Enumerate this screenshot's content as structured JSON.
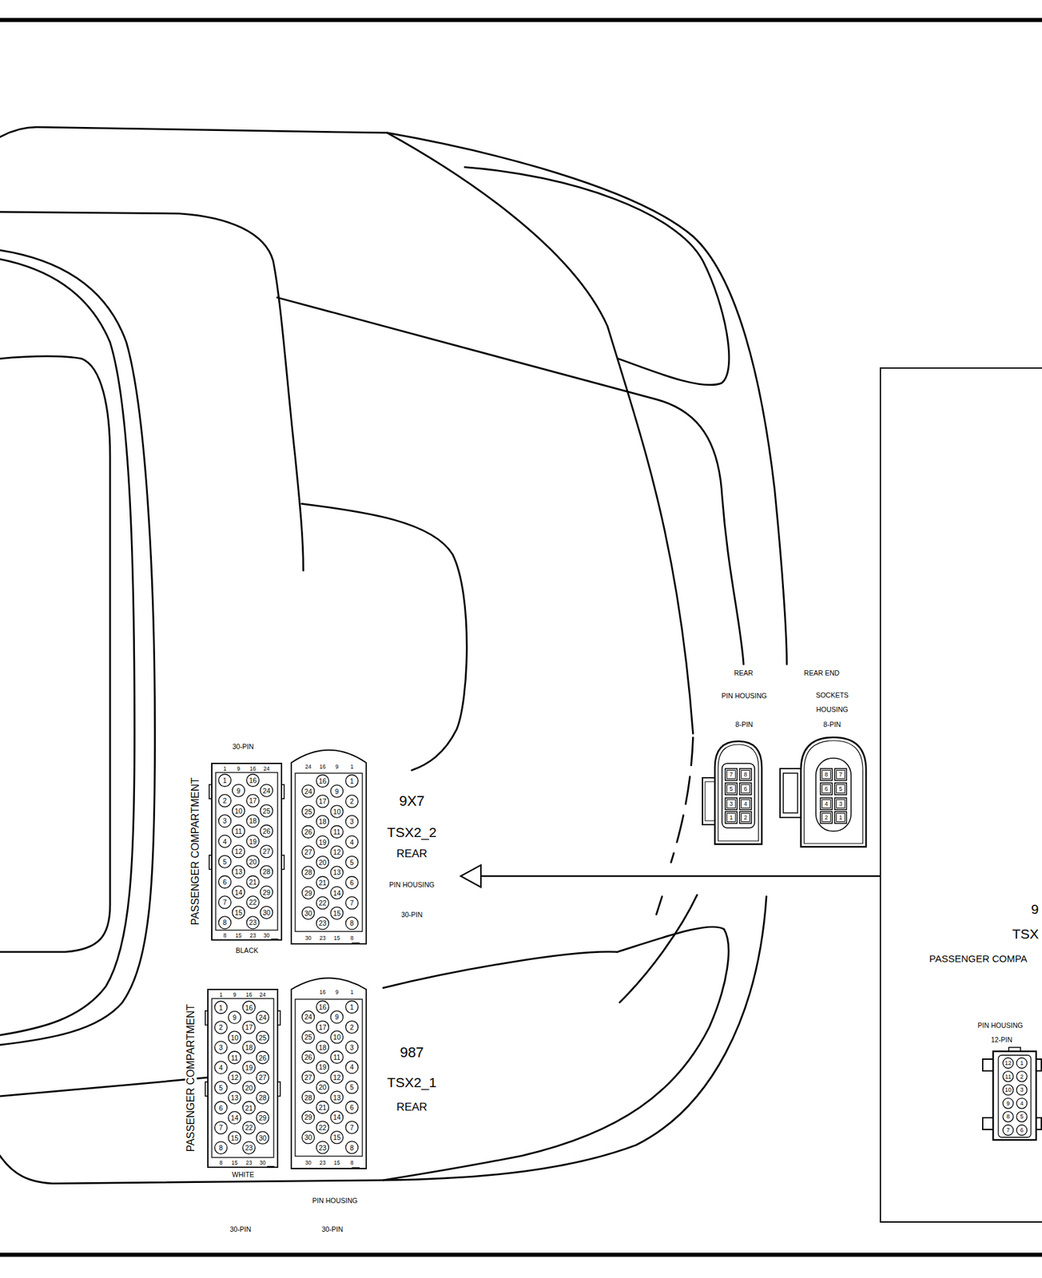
{
  "diagram": {
    "nodes": [
      {
        "text": [
          "1",
          "2",
          "3",
          "4",
          "5",
          "6",
          "7",
          "8",
          "9",
          "10",
          "11",
          "12",
          "13",
          "14",
          "15",
          "16",
          "17",
          "18",
          "19",
          "20",
          "21",
          "22",
          "23",
          "24",
          "25",
          "26",
          "27",
          "28",
          "29",
          "30",
          "1",
          "9",
          "16",
          "24",
          "8",
          "15",
          "23",
          "30"
        ]
      },
      {
        "text": [
          "1",
          "2",
          "3",
          "4",
          "5",
          "6",
          "7",
          "8",
          "9",
          "10",
          "11",
          "12",
          "13",
          "14",
          "15",
          "16",
          "17",
          "18",
          "19",
          "20",
          "21",
          "22",
          "23",
          "24",
          "25",
          "26",
          "27",
          "28",
          "29",
          "30",
          "24",
          "16",
          "9",
          "1",
          "30",
          "23",
          "15",
          "8",
          "9X7",
          "TSX2_2",
          "REAR",
          "PIN HOUSING",
          "30-PIN"
        ]
      },
      {
        "text": [
          "1",
          "2",
          "3",
          "4",
          "5",
          "6",
          "7",
          "8",
          "9",
          "10",
          "11",
          "12",
          "13",
          "14",
          "15",
          "16",
          "17",
          "18",
          "19",
          "20",
          "21",
          "22",
          "23",
          "24",
          "25",
          "26",
          "27",
          "28",
          "29",
          "30",
          "1",
          "9",
          "16",
          "24",
          "8",
          "15",
          "23",
          "30"
        ]
      },
      {
        "text": [
          "1",
          "2",
          "3",
          "4",
          "5",
          "6",
          "7",
          "8",
          "9",
          "10",
          "11",
          "12",
          "13",
          "14",
          "15",
          "16",
          "17",
          "18",
          "19",
          "20",
          "21",
          "22",
          "23",
          "24",
          "25",
          "26",
          "27",
          "28",
          "29",
          "30",
          "16",
          "9",
          "1",
          "30",
          "23",
          "15",
          "8",
          "987",
          "TSX2_1",
          "REAR"
        ]
      },
      {
        "text": [
          "7",
          "8",
          "5",
          "6",
          "3",
          "4",
          "1",
          "2"
        ]
      },
      {
        "text": [
          "8",
          "7",
          "6",
          "5",
          "4",
          "3",
          "2",
          "1"
        ]
      },
      {
        "text": [
          "9",
          "TSX",
          "PASSENGER COMPA"
        ]
      },
      {
        "text": [
          "12",
          "1",
          "11",
          "2",
          "10",
          "3",
          "9",
          "4",
          "8",
          "5",
          "7",
          "6"
        ],
        "in": 6
      }
    ],
    "edges": [
      {
        "from": 6,
        "to": 1,
        "arrow": "to"
      }
    ],
    "labels": [
      "30-PIN",
      "PASSENGER COMPARTMENT",
      "BLACK",
      "PASSENGER COMPARTMENT",
      "WHITE",
      "PIN HOUSING",
      "30-PIN",
      "30-PIN",
      "REAR",
      "PIN HOUSING",
      "8-PIN",
      "REAR END",
      "SOCKETS HOUSING",
      "8-PIN",
      "PIN HOUSING",
      "12-PIN"
    ]
  }
}
